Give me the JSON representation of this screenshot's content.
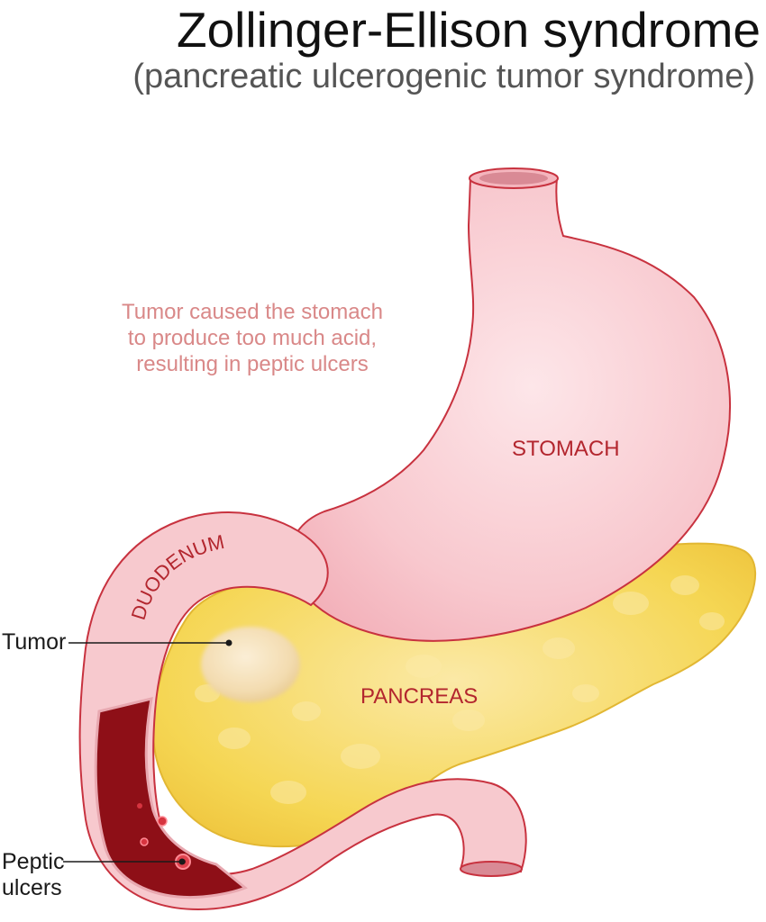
{
  "header": {
    "title": "Zollinger-Ellison syndrome",
    "subtitle": "(pancreatic ulcerogenic tumor syndrome)"
  },
  "note": {
    "lines": [
      "Tumor caused the stomach",
      "to produce too much acid,",
      "resulting in peptic ulcers"
    ],
    "color": "#d98888"
  },
  "labels": {
    "stomach": "STOMACH",
    "duodenum": "DUODENUM",
    "pancreas": "PANCREAS",
    "color": "#b3262e"
  },
  "callouts": {
    "tumor": "Tumor",
    "peptic_ulcers": [
      "Peptic",
      "ulcers"
    ]
  },
  "colors": {
    "stomach_fill": "#f6c1c7",
    "stomach_outline": "#c8323f",
    "pancreas_fill": "#f5d653",
    "ulcer_interior": "#8e0f17",
    "tumor_fill": "#f3dcb0"
  }
}
